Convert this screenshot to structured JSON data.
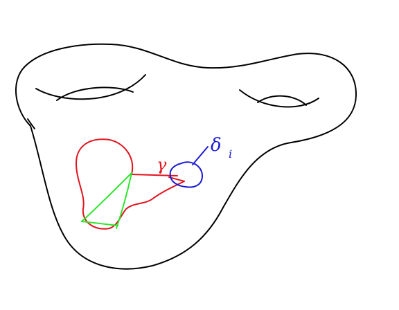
{
  "diagram": {
    "labels": {
      "gamma": "γ",
      "delta": "δ",
      "delta_subscript": "i"
    },
    "colors": {
      "background": "#ffffff",
      "surface_outline": "#000000",
      "gamma_curve": "#e0141e",
      "delta_circle": "#1a1ad6",
      "green_curve": "#2ee52e"
    }
  }
}
